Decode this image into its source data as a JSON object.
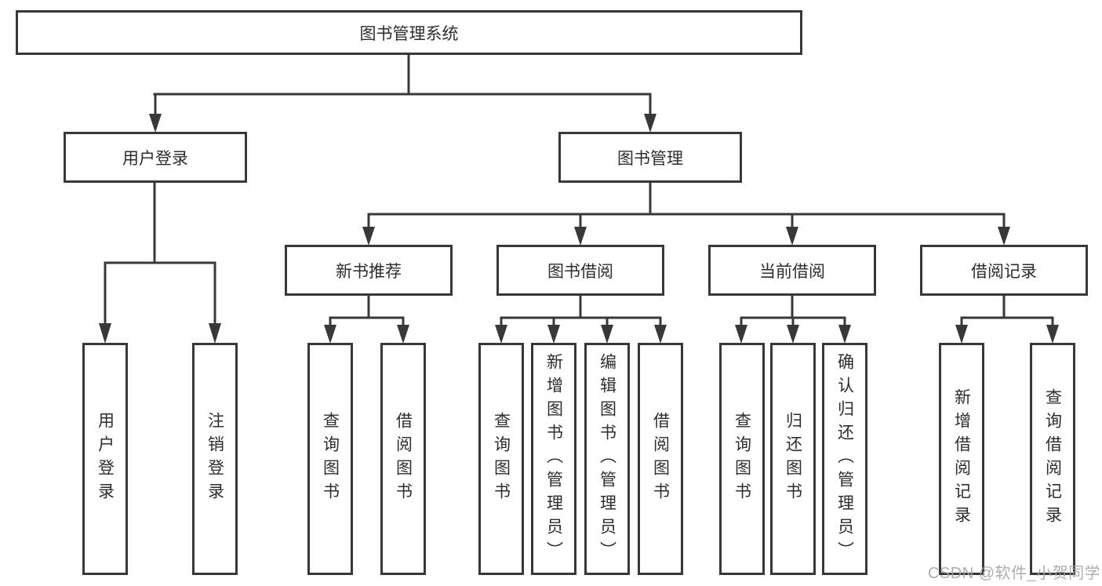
{
  "tree": {
    "label": "图书管理系统",
    "children": [
      {
        "label": "用户登录",
        "children": [
          {
            "label": "用户登录"
          },
          {
            "label": "注销登录"
          }
        ]
      },
      {
        "label": "图书管理",
        "children": [
          {
            "label": "新书推荐",
            "children": [
              {
                "label": "查询图书"
              },
              {
                "label": "借阅图书"
              }
            ]
          },
          {
            "label": "图书借阅",
            "children": [
              {
                "label": "查询图书"
              },
              {
                "label": "新增图书（管理员）"
              },
              {
                "label": "编辑图书（管理员）"
              },
              {
                "label": "借阅图书"
              }
            ]
          },
          {
            "label": "当前借阅",
            "children": [
              {
                "label": "查询图书"
              },
              {
                "label": "归还图书"
              },
              {
                "label": "确认归还（管理员）"
              }
            ]
          },
          {
            "label": "借阅记录",
            "children": [
              {
                "label": "新增借阅记录"
              },
              {
                "label": "查询借阅记录"
              }
            ]
          }
        ]
      }
    ]
  },
  "watermark": {
    "text": "CSDN @软件_小贺同学"
  },
  "colors": {
    "line": "#383838",
    "box_border": "#383838",
    "text": "#2d2d2d",
    "watermark": "#a5a5a5",
    "background": "#ffffff"
  }
}
